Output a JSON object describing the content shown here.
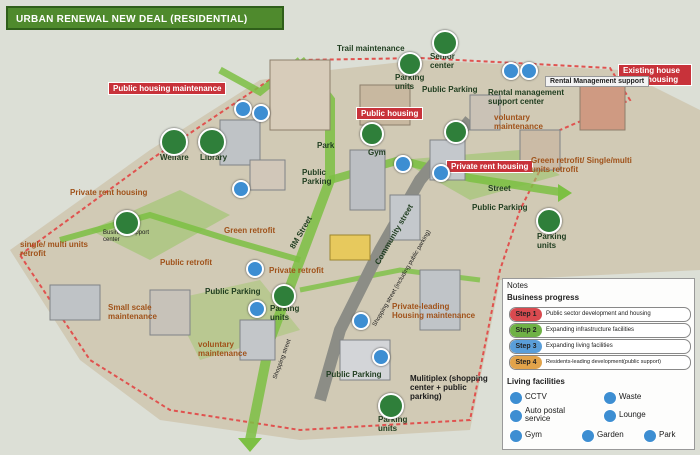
{
  "title": "URBAN RENEWAL NEW DEAL (RESIDENTIAL)",
  "labels": {
    "trail_maintenance": "Trail maintenance",
    "senior_center": "Senior center",
    "parking_units": "Parking units",
    "public_parking": "Public Parking",
    "rental_management_support_center": "Rental management support center",
    "rental_management_support": "Rental Management support",
    "existing_house_rental_housing": "Existing house rental housing",
    "public_housing_maintenance": "Public housing maintenance",
    "public_housing": "Public housing",
    "voluntary_maintenance": "voluntary maintenance",
    "welfare": "Welfare",
    "library": "Library",
    "park": "Park",
    "gym": "Gym",
    "private_rent_housing": "Private rent housing",
    "green_retrofit_single": "Green retrofit/ Single/multi units retrofit",
    "street": "Street",
    "private_rent_housing_left": "Private rent housing",
    "business_support_center": "Business support center",
    "single_multi_retrofit": "single/ multi units retrofit",
    "green_retrofit": "Green retrofit",
    "eight_m_street": "8M Street",
    "community_street": "Community street",
    "public_retrofit": "Public retrofit",
    "private_retrofit": "Private retrofit",
    "small_scale_maintenance": "Small scale maintenance",
    "voluntary_maintenance_low": "voluntary maintenance",
    "private_leading_housing": "Private-leading Housing maintenance",
    "shopping_street": "Shopping street (including public parking)",
    "multiplex": "Mulitiplex (shopping center + public parking)",
    "shopping_street_low": "Shopping street"
  },
  "notes": {
    "heading": "Notes",
    "business_progress": "Business progress",
    "steps": [
      {
        "num": "Step 1",
        "text": "Public sector development and housing",
        "color": "#d94a4f"
      },
      {
        "num": "Step 2",
        "text": "Expanding infrastructure facilities",
        "color": "#6fb146"
      },
      {
        "num": "Step 3",
        "text": "Expanding living facilities",
        "color": "#5a9ed9"
      },
      {
        "num": "Step 4",
        "text": "Residents-leading development(public support)",
        "color": "#e2a34a"
      }
    ],
    "living_facilities": "Living facilities",
    "facilities": {
      "cctv": "CCTV",
      "waste": "Waste",
      "auto_postal": "Auto postal service",
      "lounge": "Lounge",
      "gym": "Gym",
      "garden": "Garden",
      "park": "Park"
    }
  },
  "colors": {
    "title_bg": "#4f8a2d",
    "green_street": "#7cc043",
    "boundary_red": "#e0524f",
    "tag_red": "#c8323a",
    "icon_blue": "#3d8ed2",
    "icon_green": "#2f7f3a"
  }
}
